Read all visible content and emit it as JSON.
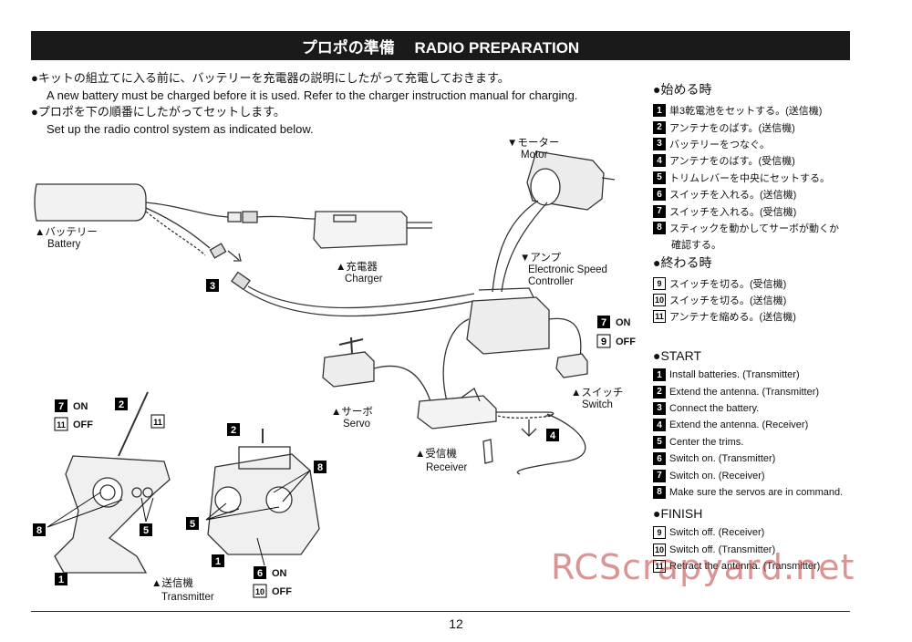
{
  "header": {
    "title": "プロポの準備　 RADIO PREPARATION"
  },
  "intro": {
    "line1_ja": "●キットの組立てに入る前に、バッテリーを充電器の説明にしたがって充電しておきます。",
    "line1_en": "A new battery must be charged before it is used. Refer to the charger instruction manual for charging.",
    "line2_ja": "●プロポを下の順番にしたがってセットします。",
    "line2_en": "Set up the radio control system as indicated below."
  },
  "diagram": {
    "battery_ja": "▲バッテリー",
    "battery_en": "Battery",
    "charger_ja": "▲充電器",
    "charger_en": "Charger",
    "motor_ja": "▼モーター",
    "motor_en": "Motor",
    "esc_ja": "▼アンプ",
    "esc_en1": "Electronic Speed",
    "esc_en2": "Controller",
    "servo_ja": "▲サーボ",
    "servo_en": "Servo",
    "receiver_ja": "▲受信機",
    "receiver_en": "Receiver",
    "switch_ja": "▲スイッチ",
    "switch_en": "Switch",
    "transmitter_ja": "▲送信機",
    "transmitter_en": "Transmitter",
    "on": "ON",
    "off": "OFF",
    "n1": "1",
    "n2": "2",
    "n3": "3",
    "n4": "4",
    "n5": "5",
    "n6": "6",
    "n7": "7",
    "n8": "8",
    "n9": "9",
    "n10": "10",
    "n11": "11"
  },
  "right_panel": {
    "start_ja_title": "●始める時",
    "start_ja": [
      {
        "n": "1",
        "t": "単3乾電池をセットする。(送信機)"
      },
      {
        "n": "2",
        "t": "アンテナをのばす。(送信機)"
      },
      {
        "n": "3",
        "t": "バッテリーをつなぐ。"
      },
      {
        "n": "4",
        "t": "アンテナをのばす。(受信機)"
      },
      {
        "n": "5",
        "t": "トリムレバーを中央にセットする。"
      },
      {
        "n": "6",
        "t": "スイッチを入れる。(送信機)"
      },
      {
        "n": "7",
        "t": "スイッチを入れる。(受信機)"
      },
      {
        "n": "8",
        "t": "スティックを動かしてサーボが動くか"
      }
    ],
    "start_ja_cont": "確認する。",
    "finish_ja_title": "●終わる時",
    "finish_ja": [
      {
        "n": "9",
        "t": "スイッチを切る。(受信機)"
      },
      {
        "n": "10",
        "t": "スイッチを切る。(送信機)"
      },
      {
        "n": "11",
        "t": "アンテナを縮める。(送信機)"
      }
    ],
    "start_en_title": "●START",
    "start_en": [
      {
        "n": "1",
        "t": "Install batteries. (Transmitter)"
      },
      {
        "n": "2",
        "t": "Extend the antenna. (Transmitter)"
      },
      {
        "n": "3",
        "t": "Connect the battery."
      },
      {
        "n": "4",
        "t": "Extend the antenna. (Receiver)"
      },
      {
        "n": "5",
        "t": "Center the trims."
      },
      {
        "n": "6",
        "t": "Switch on.  (Transmitter)"
      },
      {
        "n": "7",
        "t": "Switch on.  (Receiver)"
      },
      {
        "n": "8",
        "t": "Make sure the servos are in command."
      }
    ],
    "finish_en_title": "●FINISH",
    "finish_en": [
      {
        "n": "9",
        "t": "Switch off.  (Receiver)"
      },
      {
        "n": "10",
        "t": "Switch off.  (Transmitter)"
      },
      {
        "n": "11",
        "t": "Retract the antenna. (Transmitter)"
      }
    ]
  },
  "watermark": "RCScrapyard.net",
  "page_number": "12"
}
